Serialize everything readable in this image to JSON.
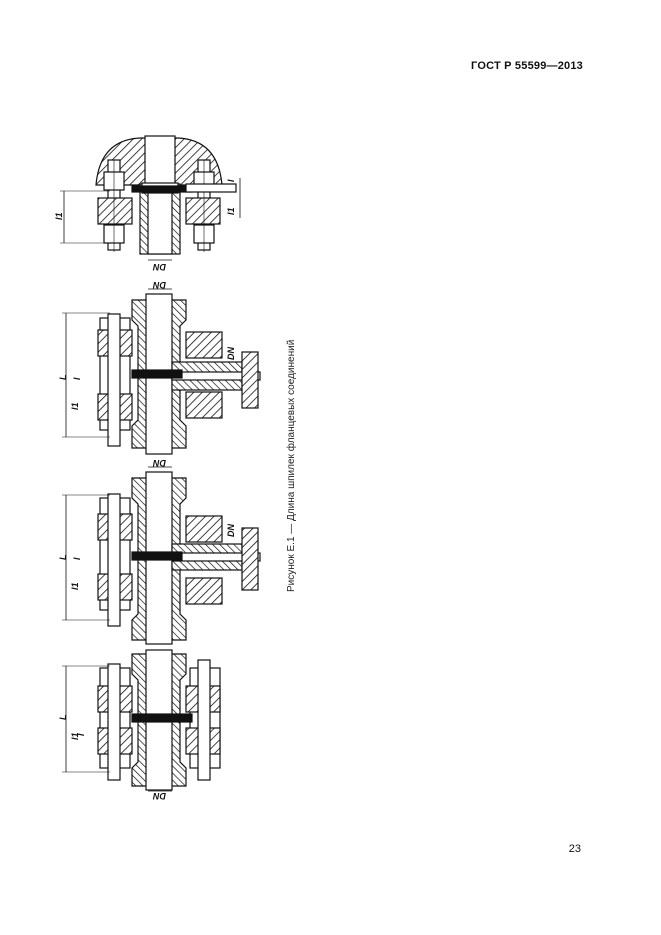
{
  "header": {
    "standard": "ГОСТ Р 55599—2013"
  },
  "figure": {
    "caption": "Рисунок Е.1 — Длина шпилек фланцевых соединений",
    "labels": {
      "dn": "DN",
      "l": "L",
      "l_small": "l",
      "l1": "l1"
    }
  },
  "footer": {
    "page_number": "23"
  }
}
